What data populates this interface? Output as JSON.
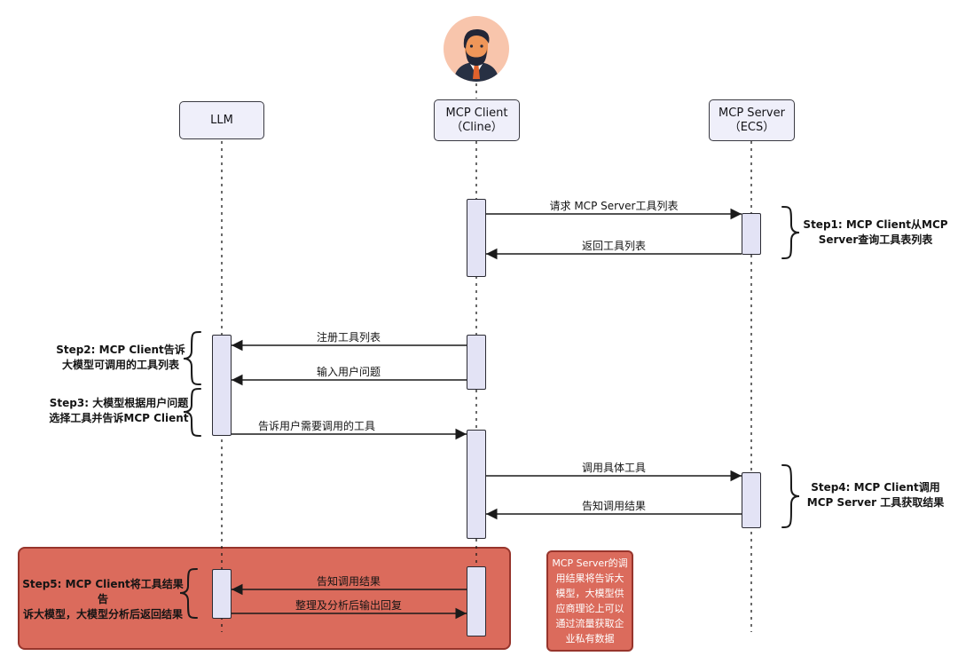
{
  "participants": [
    {
      "line1": "LLM"
    },
    {
      "line1": "MCP Client",
      "line2": "（Cline）"
    },
    {
      "line1": "MCP Server",
      "line2": "（ECS）"
    }
  ],
  "messages": [
    {
      "label": "请求 MCP Server工具列表"
    },
    {
      "label": "返回工具列表"
    },
    {
      "label": "注册工具列表"
    },
    {
      "label": "输入用户问题"
    },
    {
      "label": "告诉用户需要调用的工具"
    },
    {
      "label": "调用具体工具"
    },
    {
      "label": "告知调用结果"
    },
    {
      "label": "告知调用结果"
    },
    {
      "label": "整理及分析后输出回复"
    }
  ],
  "steps": [
    {
      "line1": "Step1: MCP Client从MCP",
      "line2": "Server查询工具表列表"
    },
    {
      "line1": "Step2: MCP Client告诉",
      "line2": "大模型可调用的工具列表"
    },
    {
      "line1": "Step3: 大模型根据用户问题",
      "line2": "选择工具并告诉MCP Client"
    },
    {
      "line1": "Step4: MCP Client调用",
      "line2": "MCP Server 工具获取结果"
    },
    {
      "line1": "Step5: MCP Client将工具结果告",
      "line2": "诉大模型，大模型分析后返回结果"
    }
  ],
  "note": {
    "lines": [
      "MCP Server的调",
      "用结果将告诉大",
      "模型，大模型供",
      "应商理论上可以",
      "通过流量获取企",
      "业私有数据"
    ]
  },
  "colors": {
    "highlight_fill": "#DB6B5C",
    "highlight_border": "#97352C",
    "participant_fill": "#EFEFFA",
    "activation_fill": "#E3E3F5",
    "line": "#1A1A1A",
    "avatar_bg": "#F8C5AC"
  }
}
